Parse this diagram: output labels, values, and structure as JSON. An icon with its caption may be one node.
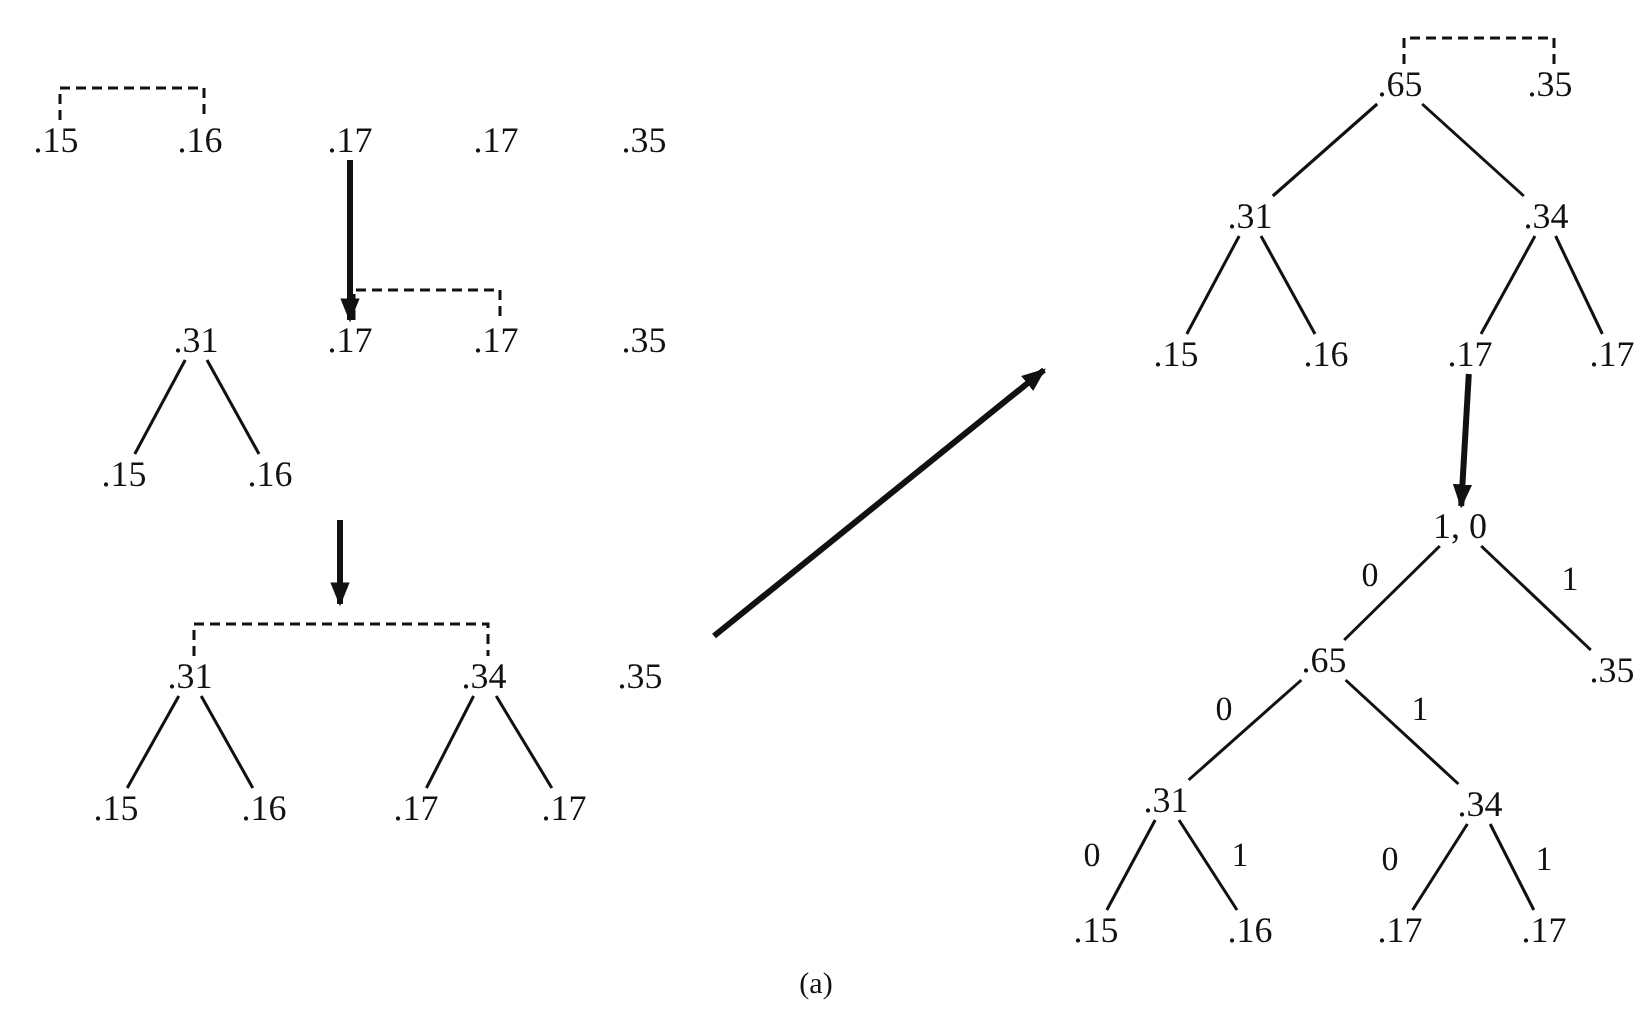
{
  "diagram": {
    "caption": "(a)",
    "nodes": [
      {
        "text": [
          ".15"
        ]
      },
      {
        "text": [
          ".16"
        ]
      },
      {
        "text": [
          ".17"
        ]
      },
      {
        "text": [
          ".17"
        ]
      },
      {
        "text": [
          ".35"
        ]
      },
      {
        "text": [
          ".31"
        ]
      },
      {
        "text": [
          ".17"
        ]
      },
      {
        "text": [
          ".17"
        ]
      },
      {
        "text": [
          ".35"
        ]
      },
      {
        "text": [
          ".15"
        ]
      },
      {
        "text": [
          ".16"
        ]
      },
      {
        "text": [
          ".31"
        ]
      },
      {
        "text": [
          ".34"
        ]
      },
      {
        "text": [
          ".35"
        ]
      },
      {
        "text": [
          ".15"
        ]
      },
      {
        "text": [
          ".16"
        ]
      },
      {
        "text": [
          ".17"
        ]
      },
      {
        "text": [
          ".17"
        ]
      },
      {
        "text": [
          ".65"
        ]
      },
      {
        "text": [
          ".35"
        ]
      },
      {
        "text": [
          ".31"
        ]
      },
      {
        "text": [
          ".34"
        ]
      },
      {
        "text": [
          ".15"
        ]
      },
      {
        "text": [
          ".16"
        ]
      },
      {
        "text": [
          ".17"
        ]
      },
      {
        "text": [
          ".17"
        ]
      },
      {
        "text": [
          "1, 0"
        ]
      },
      {
        "text": [
          ".65"
        ]
      },
      {
        "text": [
          ".35"
        ]
      },
      {
        "text": [
          ".31"
        ]
      },
      {
        "text": [
          ".34"
        ]
      },
      {
        "text": [
          ".15"
        ]
      },
      {
        "text": [
          ".16"
        ]
      },
      {
        "text": [
          ".17"
        ]
      },
      {
        "text": [
          ".17"
        ]
      }
    ],
    "edges": [
      {
        "from": 5,
        "to": 9,
        "arrow": "none"
      },
      {
        "from": 5,
        "to": 10,
        "arrow": "none"
      },
      {
        "from": 11,
        "to": 14,
        "arrow": "none"
      },
      {
        "from": 11,
        "to": 15,
        "arrow": "none"
      },
      {
        "from": 12,
        "to": 16,
        "arrow": "none"
      },
      {
        "from": 12,
        "to": 17,
        "arrow": "none"
      },
      {
        "from": 18,
        "to": 20,
        "arrow": "none"
      },
      {
        "from": 18,
        "to": 21,
        "arrow": "none"
      },
      {
        "from": 20,
        "to": 22,
        "arrow": "none"
      },
      {
        "from": 20,
        "to": 23,
        "arrow": "none"
      },
      {
        "from": 21,
        "to": 24,
        "arrow": "none"
      },
      {
        "from": 21,
        "to": 25,
        "arrow": "none"
      },
      {
        "from": 26,
        "to": 27,
        "arrow": "none",
        "label": "0"
      },
      {
        "from": 26,
        "to": 28,
        "arrow": "none",
        "label": "1"
      },
      {
        "from": 27,
        "to": 29,
        "arrow": "none",
        "label": "0"
      },
      {
        "from": 27,
        "to": 30,
        "arrow": "none",
        "label": "1"
      },
      {
        "from": 29,
        "to": 31,
        "arrow": "none",
        "label": "0"
      },
      {
        "from": 29,
        "to": 32,
        "arrow": "none",
        "label": "1"
      },
      {
        "from": 30,
        "to": 33,
        "arrow": "none",
        "label": "0"
      },
      {
        "from": 30,
        "to": 34,
        "arrow": "none",
        "label": "1"
      },
      {
        "from": 2,
        "to": 6,
        "arrow": "to",
        "style": "thick"
      },
      {
        "from": 0,
        "to": 1,
        "arrow": "none",
        "style": "dashed"
      },
      {
        "from": 6,
        "to": 7,
        "arrow": "none",
        "style": "dashed"
      },
      {
        "from": 11,
        "to": 12,
        "arrow": "none",
        "style": "dashed"
      },
      {
        "from": 18,
        "to": 19,
        "arrow": "none",
        "style": "dashed"
      },
      {
        "from": 24,
        "to": 26,
        "arrow": "to",
        "style": "thick"
      }
    ]
  }
}
